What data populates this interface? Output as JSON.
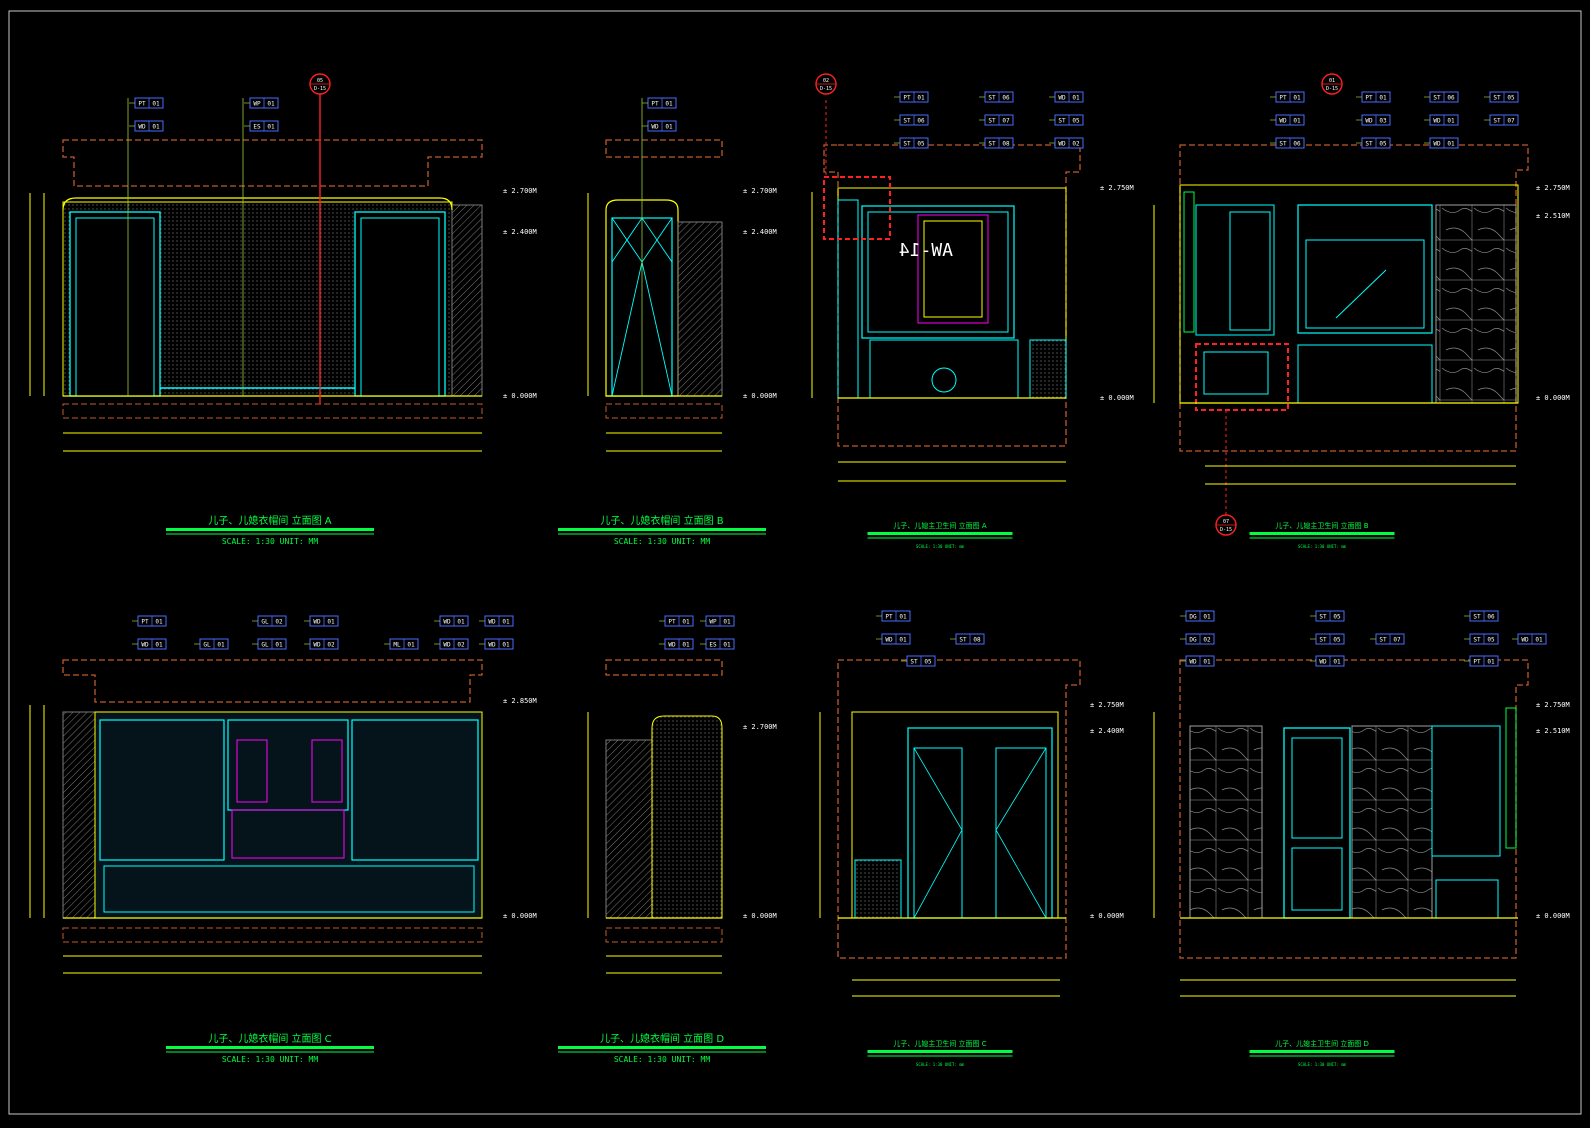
{
  "colors": {
    "background": "#000000",
    "border": "#c8c8c8",
    "cabinet": "#00ffff",
    "outline": "#ffff00",
    "wall": "#c05a2a",
    "section": "#ff2020",
    "title": "#00ff40",
    "tag": "#4a6cff",
    "accent": "#ff00ff",
    "fill": "#2a6a6a"
  },
  "elevations": [
    {
      "title": "儿子、儿媳衣帽间 立面图 A",
      "scale": "SCALE: 1:30 UNIT: MM"
    },
    {
      "title": "儿子、儿媳衣帽间 立面图 B",
      "scale": "SCALE: 1:30 UNIT: MM"
    },
    {
      "title": "儿子、儿媳主卫生间 立面图 A",
      "scale": "SCALE: 1:30 UNIT: mm"
    },
    {
      "title": "儿子、儿媳主卫生间 立面图 B",
      "scale": "SCALE: 1:30 UNIT: mm"
    },
    {
      "title": "儿子、儿媳衣帽间 立面图 C",
      "scale": "SCALE: 1:30 UNIT: MM"
    },
    {
      "title": "儿子、儿媳衣帽间 立面图 D",
      "scale": "SCALE: 1:30 UNIT: MM"
    },
    {
      "title": "儿子、儿媳主卫生间 立面图 C",
      "scale": "SCALE: 1:30 UNIT: mm"
    },
    {
      "title": "儿子、儿媳主卫生间 立面图 D",
      "scale": "SCALE: 1:30 UNIT: mm"
    }
  ],
  "levels": {
    "l2700": "± 2.700M",
    "l2750": "± 2.750M",
    "l2400": "± 2.400M",
    "l2510": "± 2.510M",
    "l2850": "± 2.850M",
    "l0": "± 0.000M"
  },
  "mirror_label": "AW-14",
  "sections": [
    {
      "top": "05",
      "bottom": "D-15"
    },
    {
      "top": "02",
      "bottom": "D-15"
    },
    {
      "top": "01",
      "bottom": "D-15"
    },
    {
      "top": "07",
      "bottom": "D-15"
    }
  ],
  "tags_a": [
    [
      "PT",
      "01"
    ],
    [
      "WD",
      "01"
    ],
    [
      "WP",
      "01"
    ],
    [
      "ES",
      "01"
    ]
  ],
  "tags_b": [
    [
      "PT",
      "01"
    ],
    [
      "WD",
      "01"
    ]
  ],
  "tags_ba": [
    [
      "PT",
      "01"
    ],
    [
      "ST",
      "06"
    ],
    [
      "ST",
      "05"
    ],
    [
      "ST",
      "06"
    ],
    [
      "ST",
      "07"
    ],
    [
      "ST",
      "08"
    ],
    [
      "WD",
      "01"
    ],
    [
      "ST",
      "05"
    ],
    [
      "WD",
      "02"
    ]
  ],
  "tags_bb": [
    [
      "PT",
      "01"
    ],
    [
      "WD",
      "01"
    ],
    [
      "ST",
      "06"
    ],
    [
      "PT",
      "01"
    ],
    [
      "WD",
      "03"
    ],
    [
      "ST",
      "05"
    ],
    [
      "ST",
      "06"
    ],
    [
      "WD",
      "01"
    ],
    [
      "WD",
      "01"
    ],
    [
      "ST",
      "05"
    ],
    [
      "ST",
      "07"
    ]
  ],
  "tags_c": [
    [
      "PT",
      "01"
    ],
    [
      "WD",
      "01"
    ],
    [
      "GL",
      "01"
    ],
    [
      "GL",
      "02"
    ],
    [
      "GL",
      "01"
    ],
    [
      "WD",
      "01"
    ],
    [
      "WD",
      "02"
    ],
    [
      "ML",
      "01"
    ],
    [
      "WD",
      "01"
    ],
    [
      "WD",
      "02"
    ],
    [
      "WD",
      "01"
    ],
    [
      "WD",
      "01"
    ]
  ],
  "tags_d": [
    [
      "PT",
      "01"
    ],
    [
      "WP",
      "01"
    ],
    [
      "WD",
      "01"
    ],
    [
      "ES",
      "01"
    ]
  ],
  "tags_bc": [
    [
      "PT",
      "01"
    ],
    [
      "WD",
      "01"
    ],
    [
      "ST",
      "05"
    ],
    [
      "ST",
      "08"
    ]
  ],
  "tags_bd": [
    [
      "DG",
      "01"
    ],
    [
      "DG",
      "02"
    ],
    [
      "ST",
      "05"
    ],
    [
      "ST",
      "05"
    ],
    [
      "ST",
      "07"
    ],
    [
      "ST",
      "06"
    ],
    [
      "WD",
      "01"
    ],
    [
      "PT",
      "01"
    ],
    [
      "WD",
      "01"
    ],
    [
      "ST",
      "05"
    ],
    [
      "WD",
      "01"
    ]
  ]
}
